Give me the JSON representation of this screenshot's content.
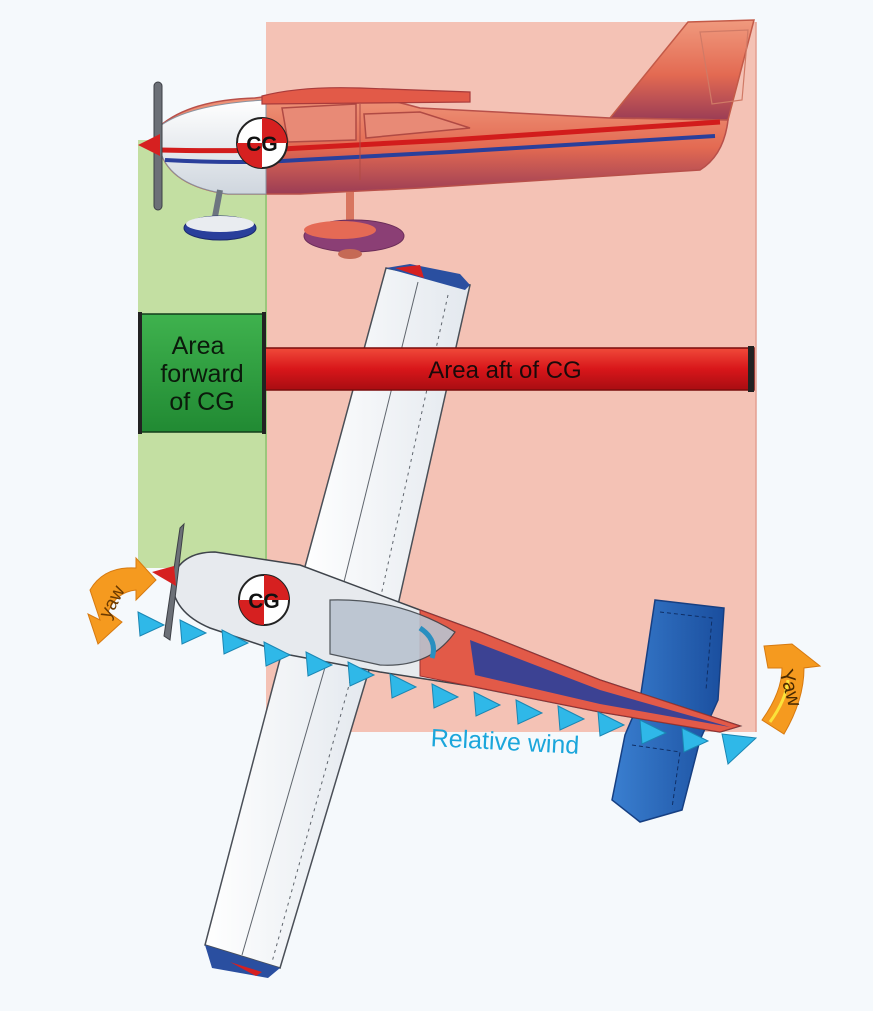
{
  "labels": {
    "forward_line1": "Area",
    "forward_line2": "forward",
    "forward_line3": "of CG",
    "aft": "Area aft of CG",
    "cg_top": "CG",
    "cg_bottom": "CG",
    "yaw_left": "yaw",
    "yaw_right": "Yaw",
    "relative_wind": "Relative wind"
  },
  "colors": {
    "background": "#f5f9fc",
    "forward_area": "#c3dfa2",
    "aft_area": "#f4c2b5",
    "forward_label_bg": "#2e9b3f",
    "aft_bar": "#e0201c",
    "wind_arrow": "#2fb8e8",
    "wind_text": "#1ba6db",
    "yaw_arrow": "#f59a1f",
    "tail_blue": "#2160b8"
  }
}
